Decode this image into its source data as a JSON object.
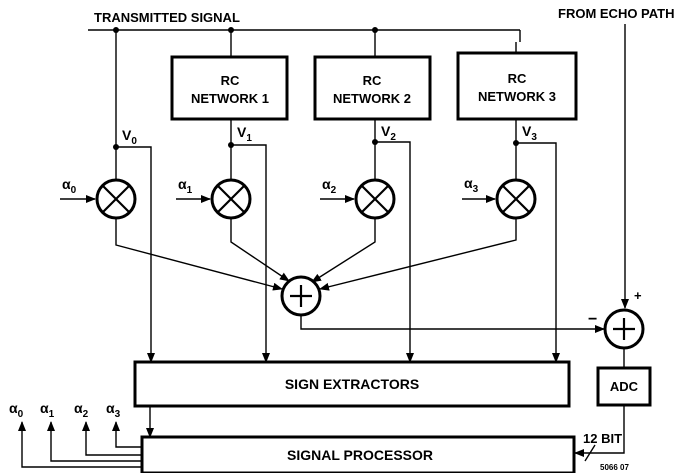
{
  "labels": {
    "transmitted_signal": "TRANSMITTED SIGNAL",
    "from_echo_path": "FROM ECHO PATH",
    "sign_extractors": "SIGN EXTRACTORS",
    "signal_processor": "SIGNAL PROCESSOR",
    "adc": "ADC",
    "bit_width": "12 BIT",
    "figure_code": "5066 07",
    "plus_symbol": "+",
    "minus_symbol": "−"
  },
  "rc_networks": [
    {
      "line1": "RC",
      "line2": "NETWORK 1"
    },
    {
      "line1": "RC",
      "line2": "NETWORK 2"
    },
    {
      "line1": "RC",
      "line2": "NETWORK 3"
    }
  ],
  "taps": [
    {
      "v_base": "V",
      "v_sub": "0",
      "a_base": "α",
      "a_sub": "0"
    },
    {
      "v_base": "V",
      "v_sub": "1",
      "a_base": "α",
      "a_sub": "1"
    },
    {
      "v_base": "V",
      "v_sub": "2",
      "a_base": "α",
      "a_sub": "2"
    },
    {
      "v_base": "V",
      "v_sub": "3",
      "a_base": "α",
      "a_sub": "3"
    }
  ],
  "outputs": [
    {
      "a_base": "α",
      "a_sub": "0"
    },
    {
      "a_base": "α",
      "a_sub": "1"
    },
    {
      "a_base": "α",
      "a_sub": "2"
    },
    {
      "a_base": "α",
      "a_sub": "3"
    }
  ]
}
